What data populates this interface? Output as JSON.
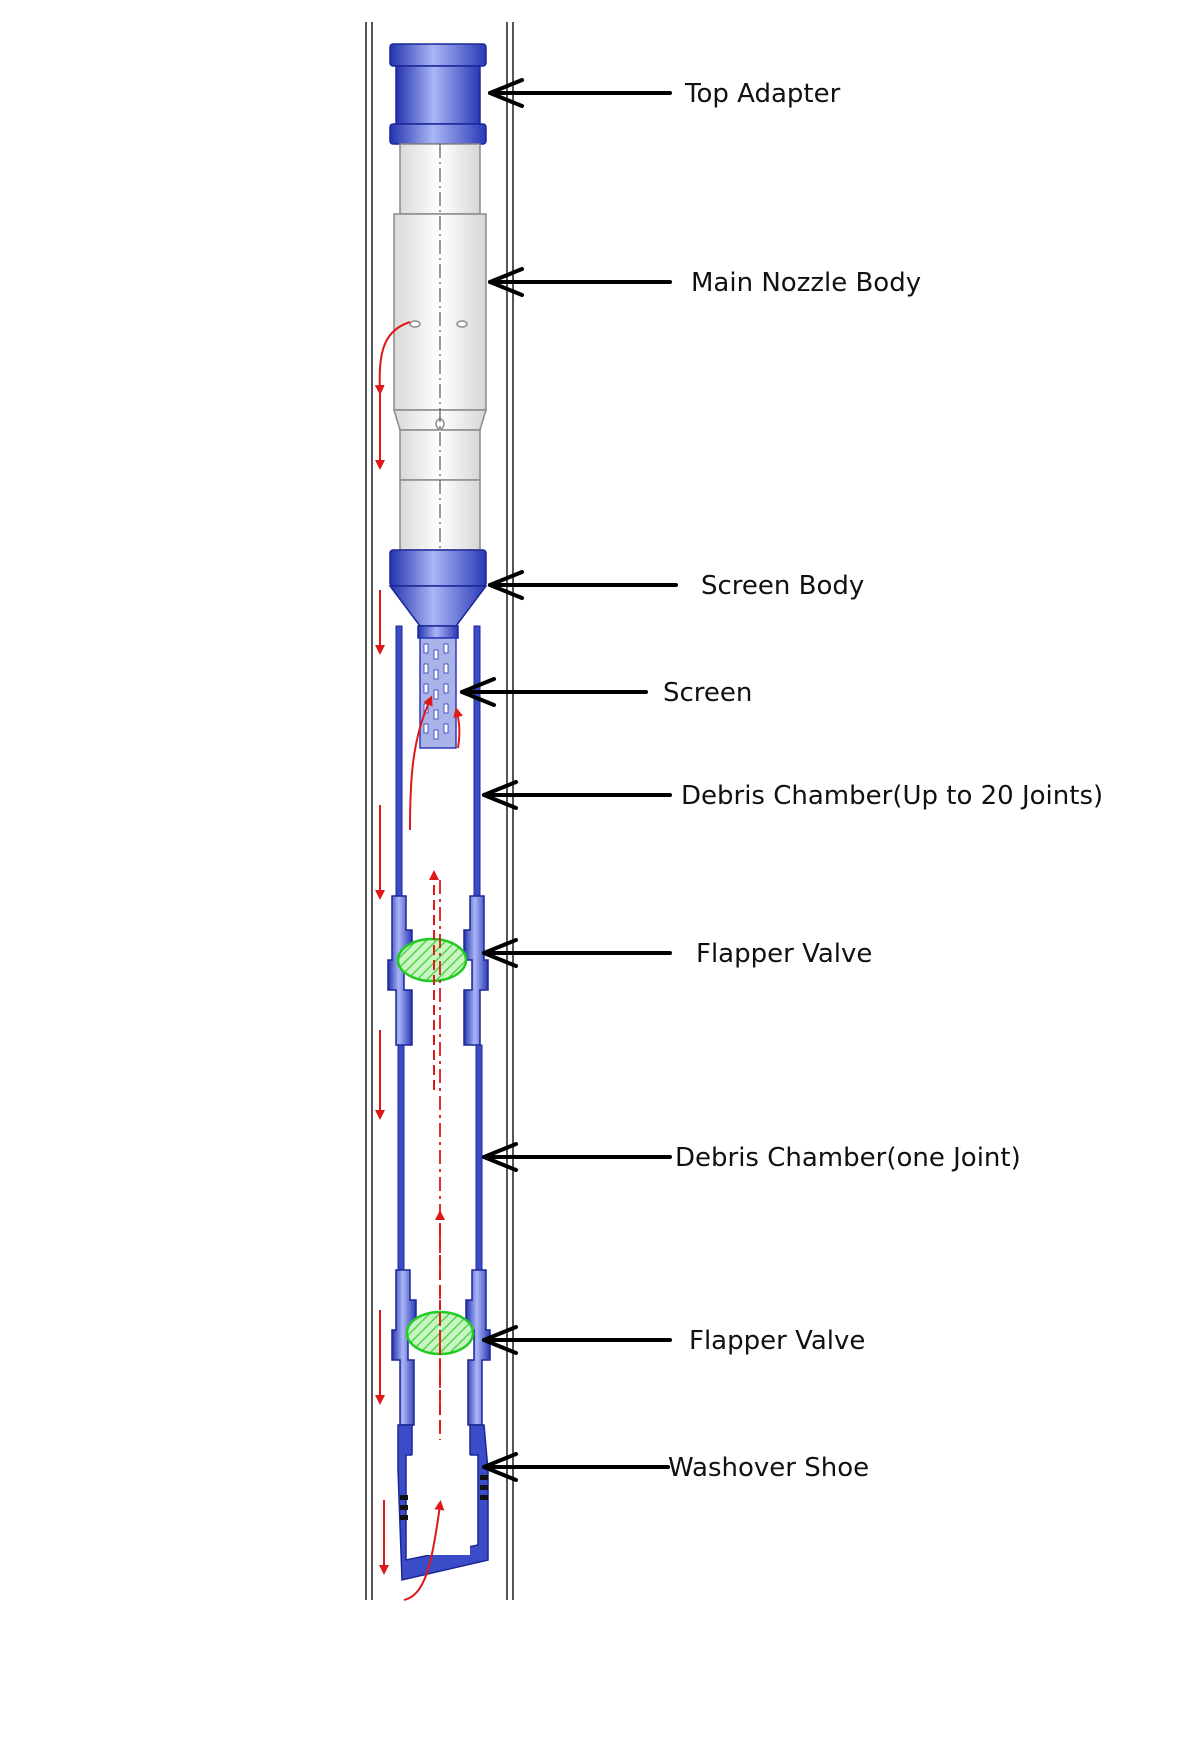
{
  "labels": {
    "top_adapter": "Top Adapter",
    "main_nozzle_body": "Main Nozzle Body",
    "screen_body": "Screen Body",
    "screen": "Screen",
    "debris_chamber_upper": "Debris Chamber(Up to 20 Joints)",
    "flapper_valve_upper": "Flapper Valve",
    "debris_chamber_lower": "Debris Chamber(one Joint)",
    "flapper_valve_lower": "Flapper Valve",
    "washover_shoe": "Washover Shoe"
  },
  "colors": {
    "tool_blue": "#3a4cc8",
    "tool_blue_light": "#8e9cf0",
    "flow_arrow": "#e01818",
    "flapper_fill": "#aef0a8",
    "flapper_edge": "#22cc22",
    "casing_line": "#555555",
    "callout_arrow": "#000000"
  }
}
